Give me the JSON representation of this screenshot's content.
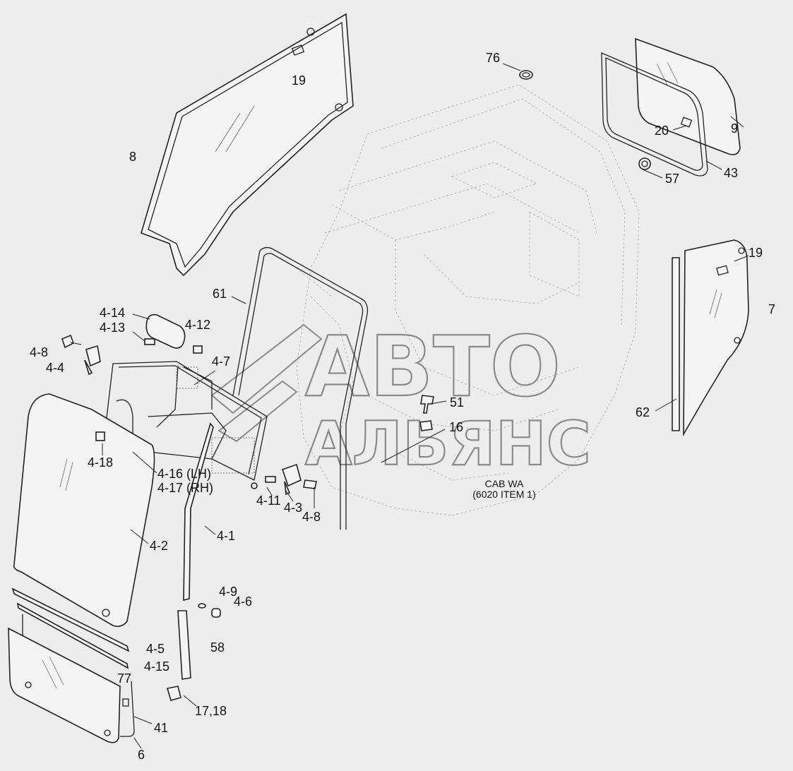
{
  "watermark": {
    "line1": "АВТО",
    "line2": "АЛЬЯНС"
  },
  "caption": {
    "line1": "CAB WA",
    "line2": "(6020 ITEM 1)"
  },
  "callouts": [
    {
      "id": "c76",
      "text": "76"
    },
    {
      "id": "c19a",
      "text": "19"
    },
    {
      "id": "c8",
      "text": "8"
    },
    {
      "id": "c20",
      "text": "20"
    },
    {
      "id": "c9",
      "text": "9"
    },
    {
      "id": "c43",
      "text": "43"
    },
    {
      "id": "c57",
      "text": "57"
    },
    {
      "id": "c19b",
      "text": "19"
    },
    {
      "id": "c7",
      "text": "7"
    },
    {
      "id": "c61",
      "text": "61"
    },
    {
      "id": "c4-14",
      "text": "4-14"
    },
    {
      "id": "c4-13",
      "text": "4-13"
    },
    {
      "id": "c4-12",
      "text": "4-12"
    },
    {
      "id": "c4-8a",
      "text": "4-8"
    },
    {
      "id": "c4-4",
      "text": "4-4"
    },
    {
      "id": "c4-7",
      "text": "4-7"
    },
    {
      "id": "c51",
      "text": "51"
    },
    {
      "id": "c16",
      "text": "16"
    },
    {
      "id": "c62",
      "text": "62"
    },
    {
      "id": "c4-18",
      "text": "4-18"
    },
    {
      "id": "c4-16",
      "text": "4-16 (LH)"
    },
    {
      "id": "c4-17",
      "text": "4-17 (RH)"
    },
    {
      "id": "c4-11",
      "text": "4-11"
    },
    {
      "id": "c4-3",
      "text": "4-3"
    },
    {
      "id": "c4-8b",
      "text": "4-8"
    },
    {
      "id": "c4-1",
      "text": "4-1"
    },
    {
      "id": "c4-2",
      "text": "4-2"
    },
    {
      "id": "c4-9",
      "text": "4-9"
    },
    {
      "id": "c4-6",
      "text": "4-6"
    },
    {
      "id": "c58",
      "text": "58"
    },
    {
      "id": "c4-5",
      "text": "4-5"
    },
    {
      "id": "c4-15",
      "text": "4-15"
    },
    {
      "id": "c77",
      "text": "77"
    },
    {
      "id": "c41",
      "text": "41"
    },
    {
      "id": "c17-18",
      "text": "17,18"
    },
    {
      "id": "c6",
      "text": "6"
    }
  ]
}
